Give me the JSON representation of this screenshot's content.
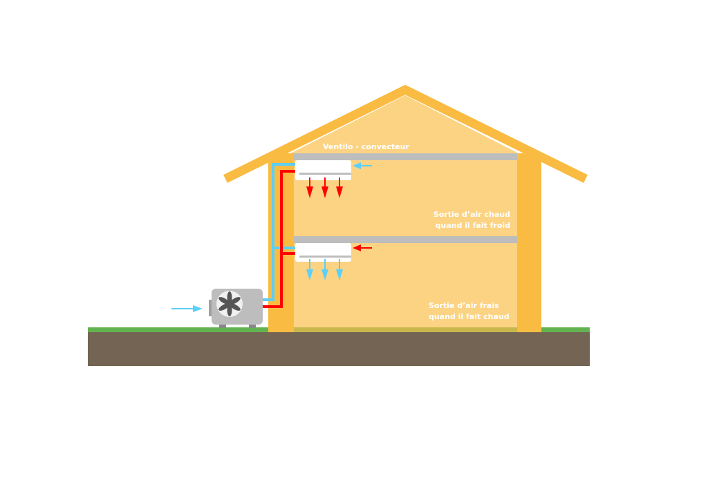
{
  "diagram": {
    "title": "Pompe à chaleur air-air avec ventilo-convecteurs",
    "labels": {
      "fan_coil": "Ventilo - convecteur",
      "warm_air_line1": "Sortie d’air chaud",
      "warm_air_line2": "quand il fait froid",
      "cool_air_line1": "Sortie d’air frais",
      "cool_air_line2": "quand il fait chaud"
    },
    "components": [
      "outdoor-unit",
      "fan-coil-upper",
      "fan-coil-lower",
      "refrigerant-pipe-hot",
      "refrigerant-pipe-cold"
    ],
    "colors": {
      "roof": "#f9bb42",
      "wall": "#f9bb42",
      "interior": "#fcd383",
      "slab": "#bdbdbd",
      "grass": "#63b251",
      "soil": "#736453",
      "hot": "#ff0000",
      "cold": "#5ccff6",
      "unit": "#bdbdbd",
      "fan_blades": "#555555"
    }
  }
}
